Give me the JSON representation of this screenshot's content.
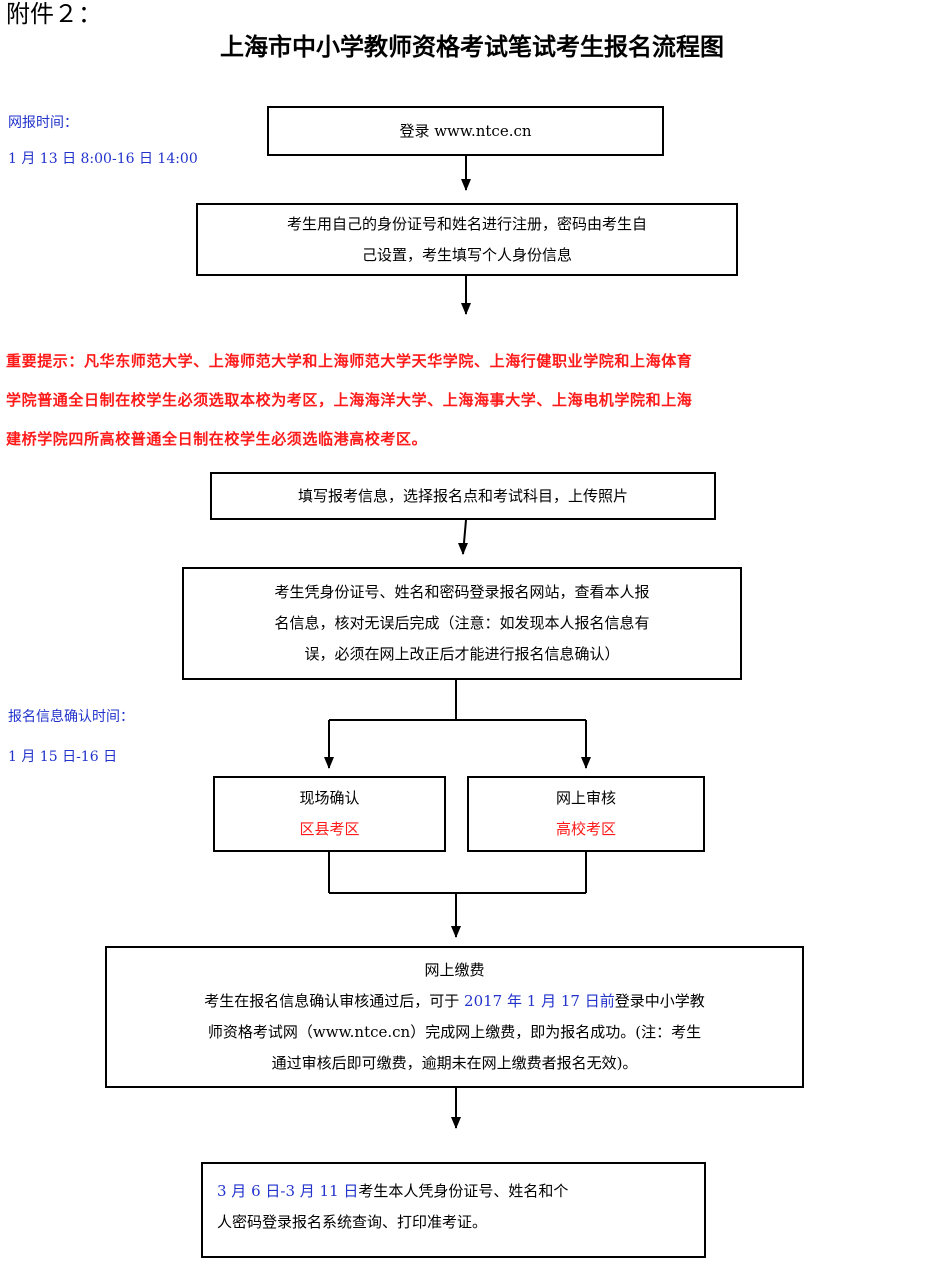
{
  "attachment_label": "附件２：",
  "title": "上海市中小学教师资格考试笔试考生报名流程图",
  "online_time": {
    "label": "网报时间：",
    "value": "1 月 13 日 8:00-16 日 14:00"
  },
  "confirm_time": {
    "label": "报名信息确认时间：",
    "value": "1 月 15 日-16 日"
  },
  "step_login": {
    "text": "登录 www.ntce.cn"
  },
  "step_register": {
    "line1": "考生用自己的身份证号和姓名进行注册，密码由考生自",
    "line2": "己设置，考生填写个人身份信息"
  },
  "important_notice": {
    "line1": "重要提示：凡华东师范大学、上海师范大学和上海师范大学天华学院、上海行健职业学院和上海体育",
    "line2": "学院普通全日制在校学生必须选取本校为考区，上海海洋大学、上海海事大学、上海电机学院和上海",
    "line3": "建桥学院四所高校普通全日制在校学生必须选临港高校考区。"
  },
  "step_fill": {
    "text": "填写报考信息，选择报名点和考试科目，上传照片"
  },
  "step_check": {
    "line1": "考生凭身份证号、姓名和密码登录报名网站，查看本人报",
    "line2": "名信息，核对无误后完成（注意：如发现本人报名信息有",
    "line3": "误，必须在网上改正后才能进行报名信息确认）"
  },
  "branch_onsite": {
    "title": "现场确认",
    "subtitle": "区县考区"
  },
  "branch_online": {
    "title": "网上审核",
    "subtitle": "高校考区"
  },
  "step_payment": {
    "title": "网上缴费",
    "line1_before": "考生在报名信息确认审核通过后，可于 ",
    "line1_highlight": "2017 年 1 月 17 日前",
    "line1_after": "登录中小学教",
    "line2": "师资格考试网（www.ntce.cn）完成网上缴费，即为报名成功。(注：考生",
    "line3": "通过审核后即可缴费，逾期未在网上缴费者报名无效)。"
  },
  "step_print": {
    "line1_highlight": "3 月 6 日-3 月 11 日",
    "line1_after": "考生本人凭身份证号、姓名和个",
    "line2": "人密码登录报名系统查询、打印准考证。"
  },
  "colors": {
    "red": "#ff1a1a",
    "blue": "#2233cc",
    "border": "#000000"
  }
}
